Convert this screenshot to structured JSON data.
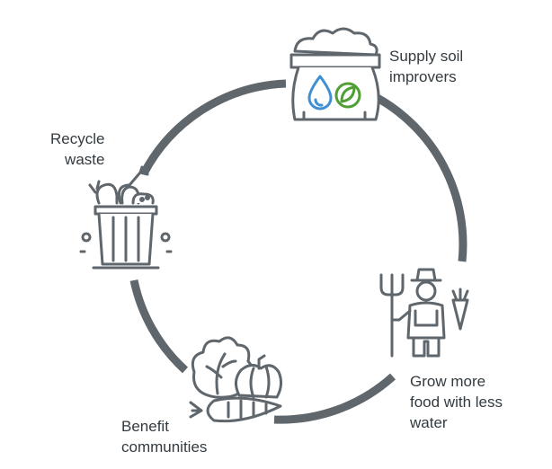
{
  "colors": {
    "ring": "#5f666c",
    "icon_stroke": "#5f666c",
    "water_drop": "#3f8fd2",
    "leaf": "#4f9f34",
    "text": "#333b40",
    "background": "#ffffff"
  },
  "stages": [
    {
      "id": "supply",
      "icon": "soil-sack-icon",
      "lines": [
        "Supply soil",
        "improvers"
      ]
    },
    {
      "id": "grow",
      "icon": "farmer-icon",
      "lines": [
        "Grow more",
        "food with less",
        "water"
      ]
    },
    {
      "id": "benefit",
      "icon": "vegetables-icon",
      "lines": [
        "Benefit",
        "communities"
      ]
    },
    {
      "id": "recycle",
      "icon": "waste-bin-icon",
      "lines": [
        "Recycle",
        "waste"
      ]
    }
  ]
}
